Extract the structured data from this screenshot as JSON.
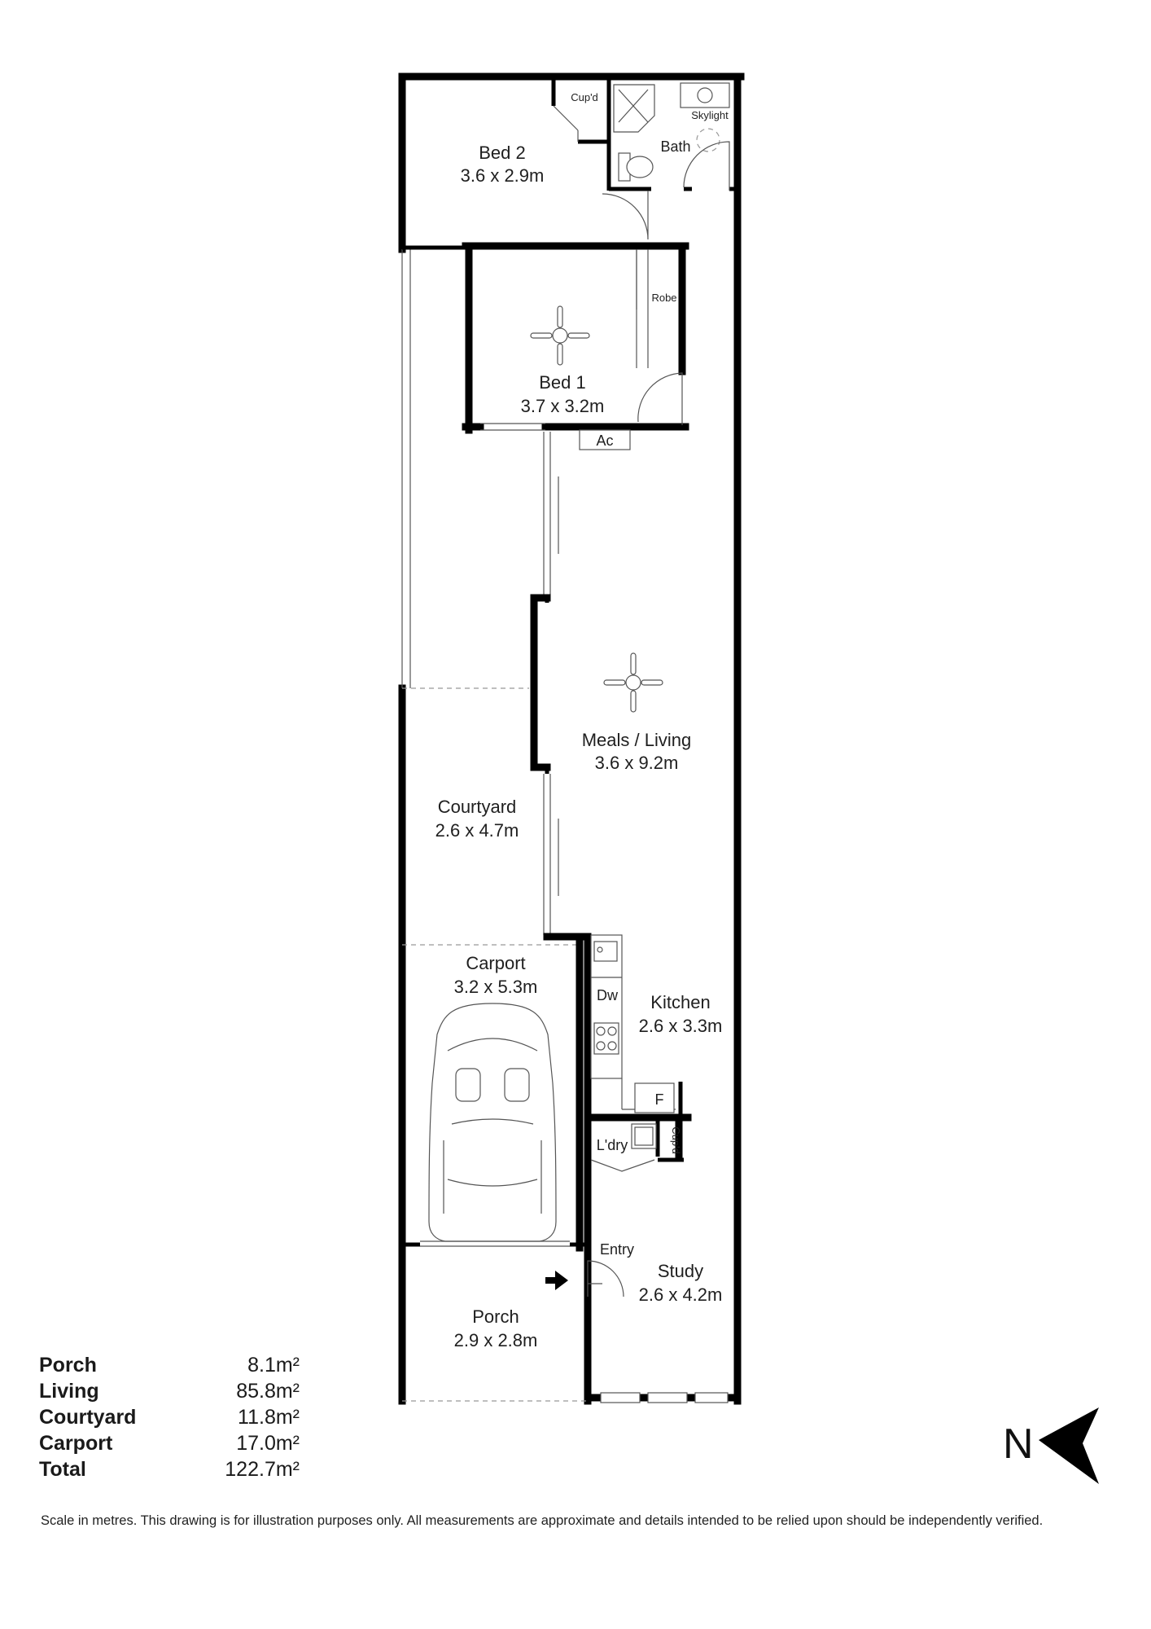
{
  "rooms": {
    "bed2": {
      "name": "Bed 2",
      "dims": "3.6 x 2.9m"
    },
    "bed1": {
      "name": "Bed 1",
      "dims": "3.7 x 3.2m"
    },
    "living": {
      "name": "Meals / Living",
      "dims": "3.6 x 9.2m"
    },
    "courtyard": {
      "name": "Courtyard",
      "dims": "2.6 x 4.7m"
    },
    "carport": {
      "name": "Carport",
      "dims": "3.2 x 5.3m"
    },
    "kitchen": {
      "name": "Kitchen",
      "dims": "2.6 x 3.3m"
    },
    "study": {
      "name": "Study",
      "dims": "2.6 x 4.2m"
    },
    "porch": {
      "name": "Porch",
      "dims": "2.9 x 2.8m"
    }
  },
  "labels": {
    "bath": "Bath",
    "skylight": "Skylight",
    "cupd_bed2": "Cup'd",
    "robe": "Robe",
    "ac": "Ac",
    "dw": "Dw",
    "fridge": "F",
    "laundry": "L'dry",
    "cupd_laundry": "Cup'd",
    "entry": "Entry"
  },
  "areas": [
    {
      "name": "Porch",
      "value": "8.1m²"
    },
    {
      "name": "Living",
      "value": "85.8m²"
    },
    {
      "name": "Courtyard",
      "value": "11.8m²"
    },
    {
      "name": "Carport",
      "value": "17.0m²"
    },
    {
      "name": "Total",
      "value": "122.7m²"
    }
  ],
  "compass": {
    "letter": "N"
  },
  "disclaimer": "Scale in metres. This drawing is for illustration purposes only. All measurements are approximate and details intended to be relied upon should be independently verified."
}
